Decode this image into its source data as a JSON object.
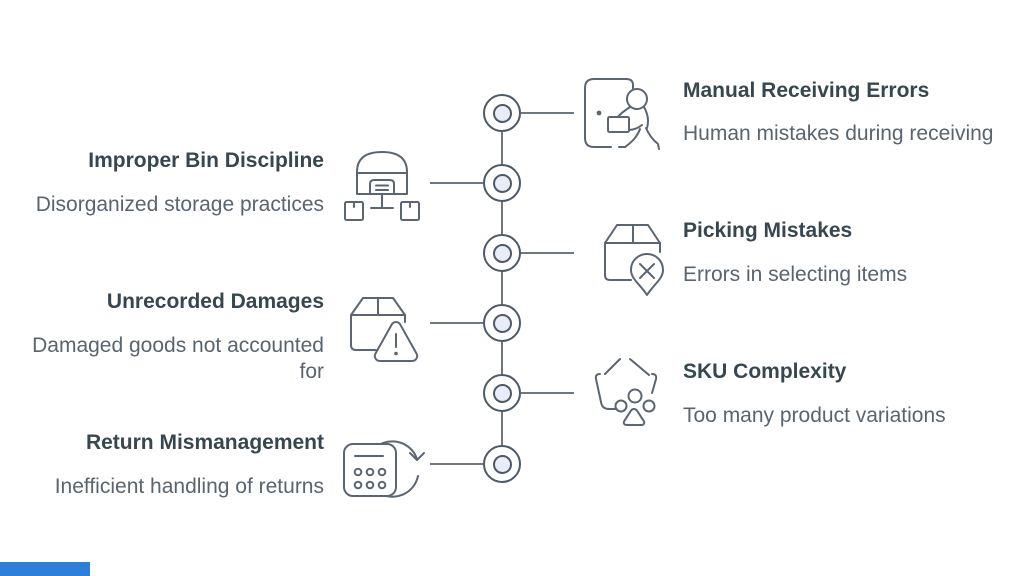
{
  "diagram": {
    "items": [
      {
        "title": "Manual Receiving Errors",
        "description": "Human mistakes during receiving",
        "side": "right",
        "icon": "door-person-carrying-box-icon"
      },
      {
        "title": "Improper Bin Discipline",
        "description": "Disorganized storage practices",
        "side": "left",
        "icon": "warehouse-with-bins-icon"
      },
      {
        "title": "Picking Mistakes",
        "description": "Errors in selecting items",
        "side": "right",
        "icon": "box-location-pin-x-icon"
      },
      {
        "title": "Unrecorded Damages",
        "description": "Damaged goods not accounted for",
        "side": "left",
        "icon": "box-warning-triangle-icon"
      },
      {
        "title": "SKU Complexity",
        "description": "Too many product variations",
        "side": "right",
        "icon": "basket-with-items-icon"
      },
      {
        "title": "Return Mismanagement",
        "description": "Inefficient handling of returns",
        "side": "left",
        "icon": "calculator-refresh-icon"
      }
    ],
    "node_count": 6
  },
  "colors": {
    "background": "#FFFFFF",
    "title_text": "#37474F",
    "description_text": "#5A646E",
    "line_stroke": "#5C6672",
    "node_border": "#4F5A66",
    "node_fill": "#E9ECF9",
    "accent_bar": "#2E7FD9"
  }
}
